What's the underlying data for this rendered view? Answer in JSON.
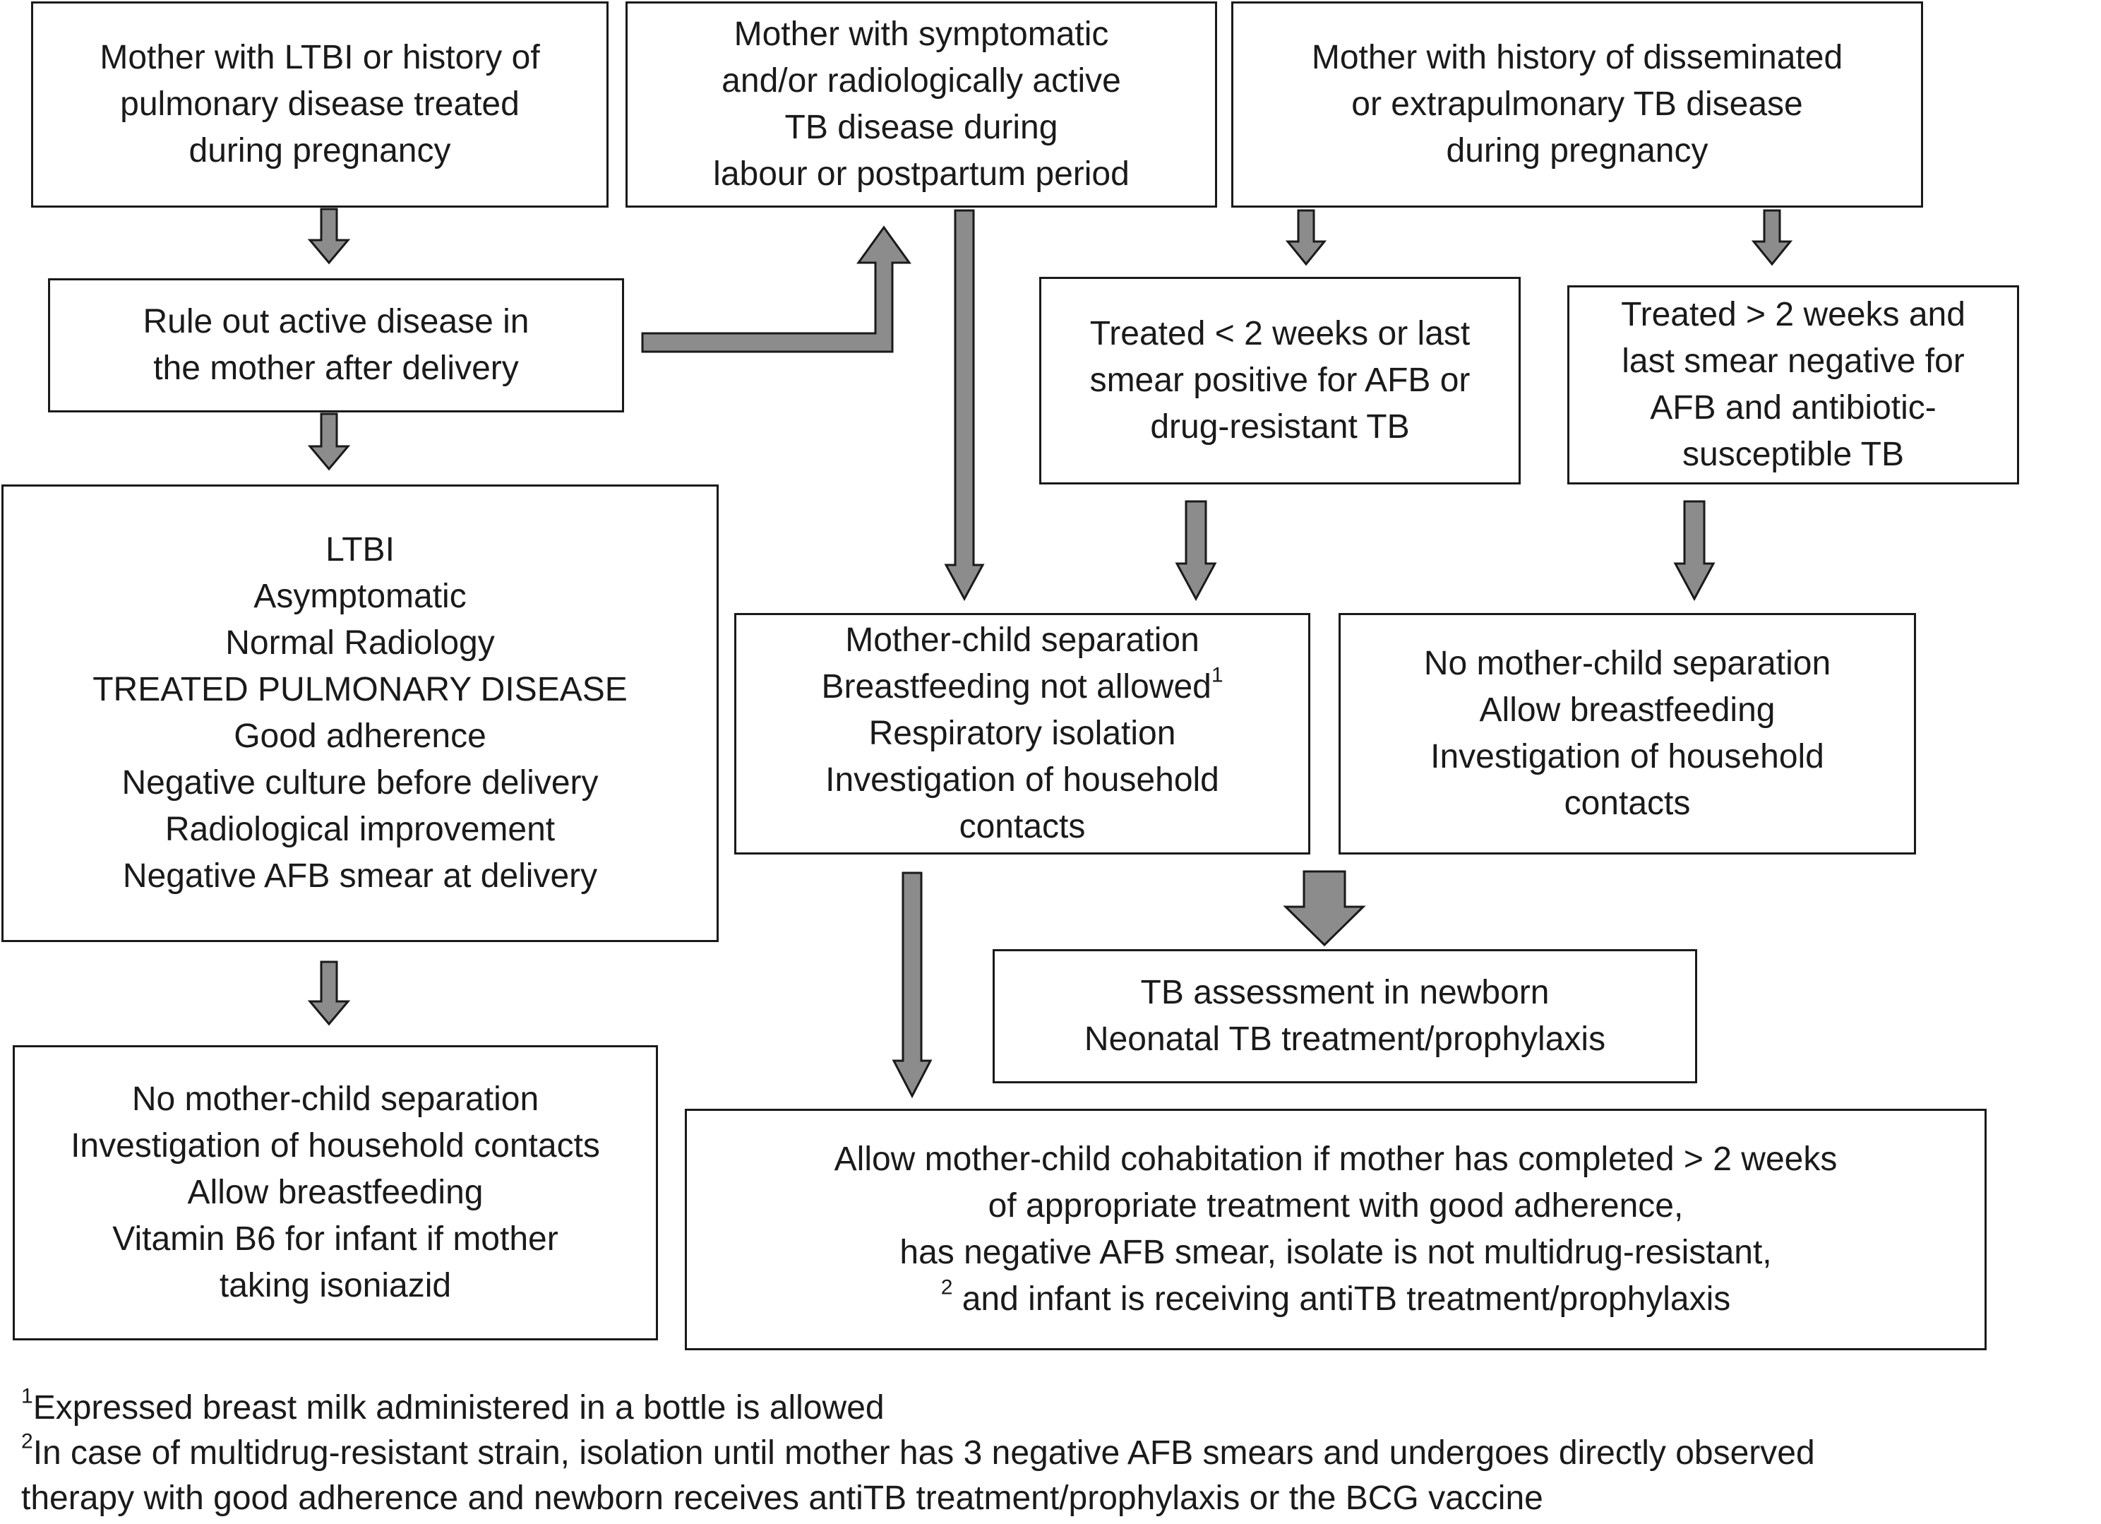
{
  "boxes": {
    "mother_ltbi": {
      "lines": [
        "Mother with LTBI or history of",
        "pulmonary disease treated",
        "during pregnancy"
      ]
    },
    "mother_symptomatic": {
      "lines": [
        "Mother with symptomatic",
        "and/or radiologically active",
        "TB disease during",
        "labour or postpartum period"
      ]
    },
    "mother_disseminated": {
      "lines": [
        "Mother with history of disseminated",
        "or extrapulmonary TB disease",
        "during pregnancy"
      ]
    },
    "rule_out": {
      "lines": [
        "Rule out active disease in",
        "the mother after delivery"
      ]
    },
    "treated_lt_2_weeks": {
      "lines": [
        "Treated < 2 weeks or last",
        "smear positive for AFB or",
        "drug-resistant TB"
      ]
    },
    "treated_gt_2_weeks": {
      "lines": [
        "Treated > 2 weeks and",
        "last smear negative for",
        "AFB and antibiotic-",
        "susceptible TB"
      ]
    },
    "ltbi_criteria": {
      "lines": [
        "LTBI",
        "Asymptomatic",
        "Normal Radiology",
        "TREATED PULMONARY DISEASE",
        "Good adherence",
        "Negative culture before delivery",
        "Radiological improvement",
        "Negative AFB smear at delivery"
      ]
    },
    "separation": {
      "lines": [
        "Mother-child separation",
        "Breastfeeding not allowed",
        "Respiratory isolation",
        "Investigation of household",
        "contacts"
      ],
      "footnote_marker": "1"
    },
    "no_separation_right": {
      "lines": [
        "No mother-child separation",
        "Allow breastfeeding",
        "Investigation of household",
        "contacts"
      ]
    },
    "tb_assessment": {
      "lines": [
        "TB assessment in newborn",
        "Neonatal TB treatment/prophylaxis"
      ]
    },
    "no_separation_left": {
      "lines": [
        "No mother-child separation",
        "Investigation of household contacts",
        "Allow breastfeeding",
        "Vitamin B6 for infant if mother",
        "taking isoniazid"
      ]
    },
    "cohabitation": {
      "lines": [
        "Allow mother-child cohabitation if mother has completed > 2 weeks",
        "of appropriate treatment with good adherence,",
        "has negative AFB smear, isolate is not multidrug-resistant,",
        "and infant is receiving antiTB treatment/prophylaxis"
      ],
      "footnote_marker": "2"
    }
  },
  "footnotes": [
    {
      "marker": "1",
      "text": "Expressed breast milk administered in a bottle is allowed"
    },
    {
      "marker": "2",
      "text": "In case of multidrug-resistant strain, isolation until mother has 3 negative AFB smears and undergoes directly observed"
    },
    {
      "marker": "",
      "text": "therapy with good adherence and newborn receives antiTB treatment/prophylaxis or the BCG vaccine"
    }
  ],
  "colors": {
    "border": "#1a1a1a",
    "arrow_fill": "#8c8c8c",
    "arrow_stroke": "#1a1a1a"
  }
}
